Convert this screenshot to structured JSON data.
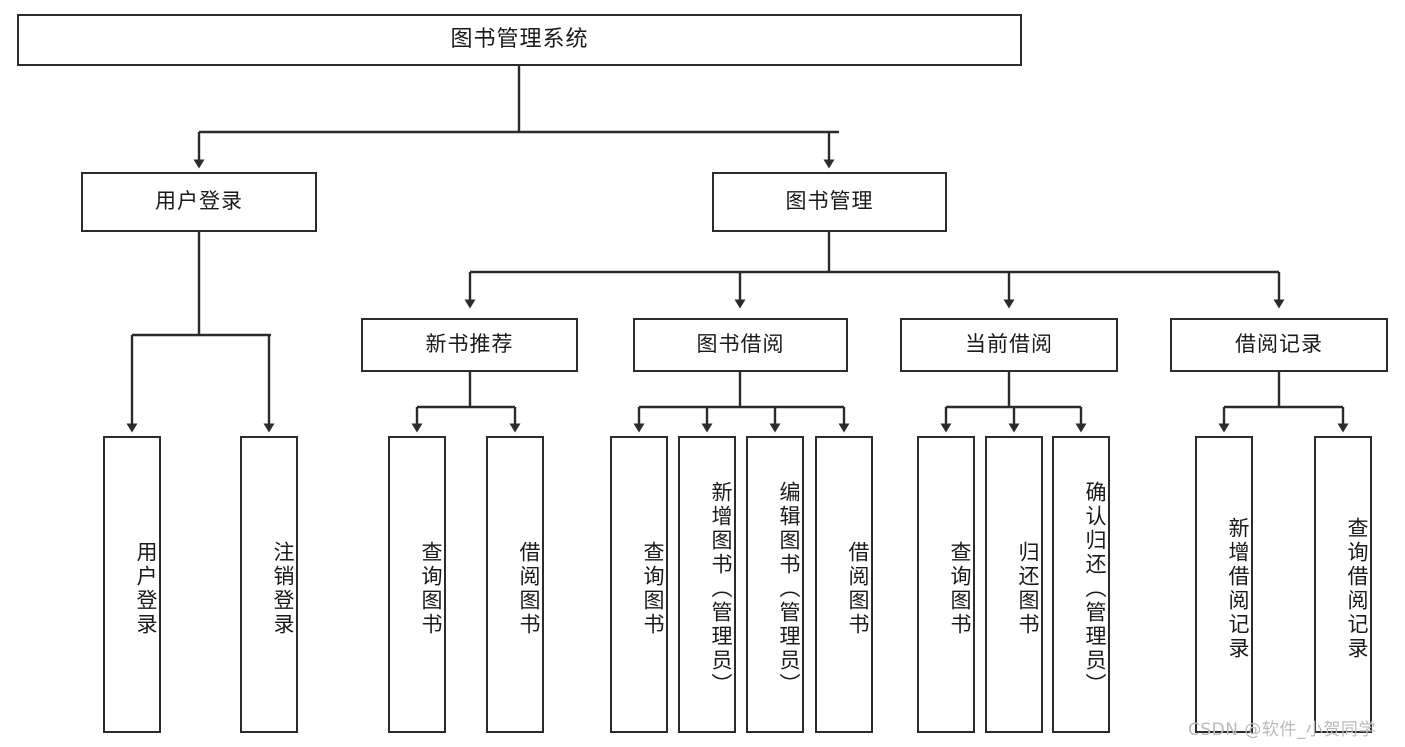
{
  "diagram": {
    "type": "tree-hierarchy",
    "title": "图书管理系统",
    "watermark": "CSDN @软件_小贺同学",
    "colors": {
      "box_border": "#2b2b2b",
      "box_fill": "#ffffff",
      "connector": "#2b2b2b",
      "text": "#1a1a1a",
      "watermark": "#b9b9b9"
    },
    "root": {
      "label": "图书管理系统"
    },
    "level2": [
      {
        "label": "用户登录"
      },
      {
        "label": "图书管理"
      }
    ],
    "level3": [
      {
        "label": "新书推荐"
      },
      {
        "label": "图书借阅"
      },
      {
        "label": "当前借阅"
      },
      {
        "label": "借阅记录"
      }
    ],
    "leaves": {
      "user_login": [
        {
          "label": "用户登录"
        },
        {
          "label": "注销登录"
        }
      ],
      "new_book_recommend": [
        {
          "label": "查询图书"
        },
        {
          "label": "借阅图书"
        }
      ],
      "book_borrow": [
        {
          "label": "查询图书"
        },
        {
          "label": "新增图书（管理员）"
        },
        {
          "label": "编辑图书（管理员）"
        },
        {
          "label": "借阅图书"
        }
      ],
      "current_borrow": [
        {
          "label": "查询图书"
        },
        {
          "label": "归还图书"
        },
        {
          "label": "确认归还（管理员）"
        }
      ],
      "borrow_record": [
        {
          "label": "新增借阅记录"
        },
        {
          "label": "查询借阅记录"
        }
      ]
    }
  }
}
